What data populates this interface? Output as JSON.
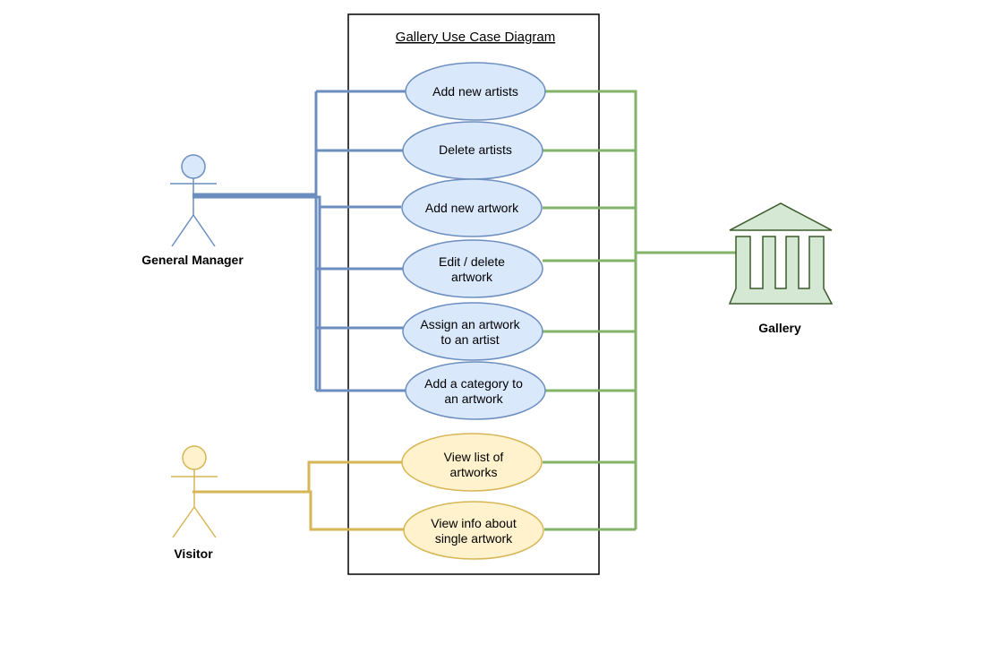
{
  "title": "Gallery Use Case Diagram",
  "actors": {
    "general_manager": "General Manager",
    "visitor": "Visitor",
    "gallery": "Gallery"
  },
  "use_cases": {
    "uc1": [
      "Add new artists"
    ],
    "uc2": [
      "Delete artists"
    ],
    "uc3": [
      "Add new artwork"
    ],
    "uc4": [
      "Edit / delete",
      "artwork"
    ],
    "uc5": [
      "Assign an artwork",
      "to an artist"
    ],
    "uc6": [
      "Add a category to",
      "an artwork"
    ],
    "uc7": [
      "View list of",
      "artworks"
    ],
    "uc8": [
      "View info about",
      "single artwork"
    ]
  },
  "colors": {
    "manager_fill": "#dae8fc",
    "manager_stroke": "#6c8ebf",
    "visitor_fill": "#fff2cc",
    "visitor_stroke": "#d6b656",
    "gallery_fill": "#d5e8d4",
    "gallery_stroke": "#82b366",
    "gallery_icon_stroke": "#3a5a2a",
    "boundary_stroke": "#000000"
  }
}
